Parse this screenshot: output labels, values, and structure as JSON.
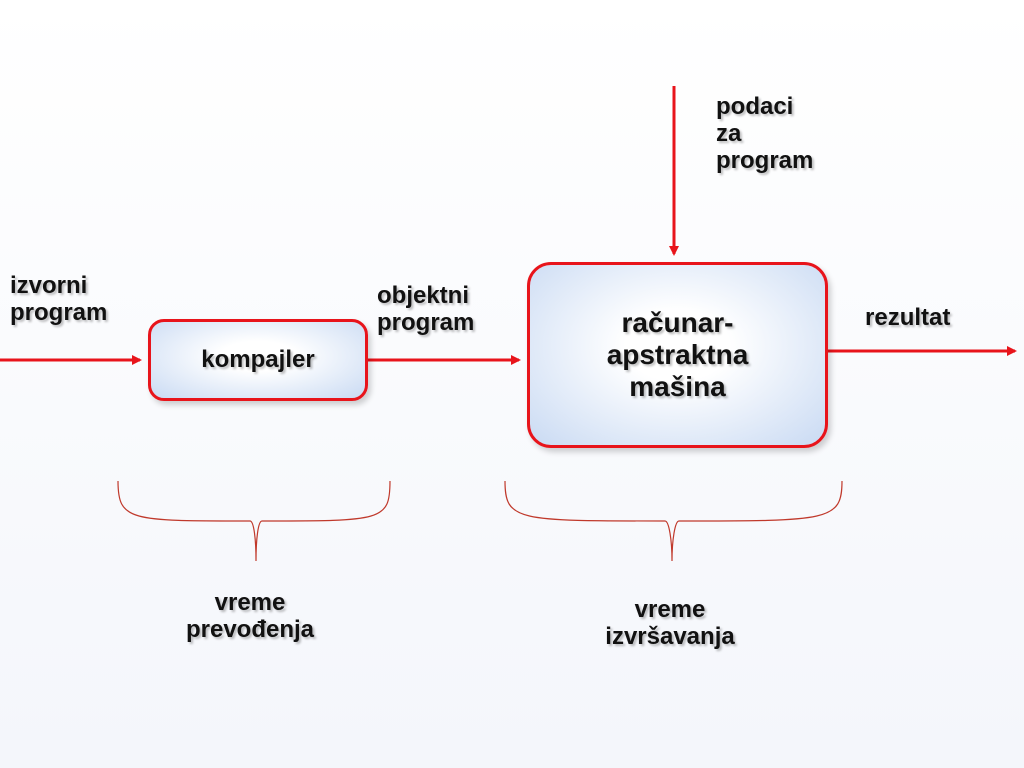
{
  "colors": {
    "arrow": "#e8141b",
    "box_border": "#e8141b",
    "box_fill_edge": "#c9daf3",
    "brace": "#c0392b"
  },
  "nodes": {
    "compiler": "kompajler",
    "machine": "računar-\napstraktna\nmašina"
  },
  "labels": {
    "source_program": "izvorni\nprogram",
    "object_program": "objektni\nprogram",
    "program_data": "podaci\nza\nprogram",
    "result": "rezultat"
  },
  "phases": {
    "compile_time": "vreme\nprevođenja",
    "run_time": "vreme\nizvršavanja"
  }
}
